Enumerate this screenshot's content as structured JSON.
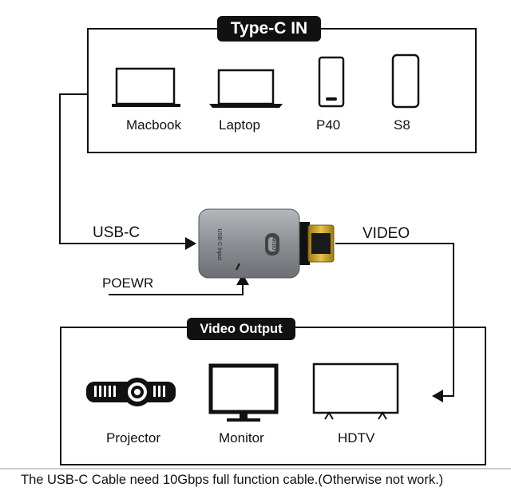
{
  "input_section": {
    "title": "Type-C IN",
    "devices": [
      {
        "label": "Macbook",
        "icon": "macbook-icon"
      },
      {
        "label": "Laptop",
        "icon": "laptop-icon"
      },
      {
        "label": "P40",
        "icon": "phone-icon"
      },
      {
        "label": "S8",
        "icon": "phone-icon"
      }
    ]
  },
  "adapter": {
    "usb_label": "USB-C",
    "video_label": "VIDEO",
    "power_label": "POEWR",
    "port_text": "USB-C Input",
    "hdmi_text": "4K60"
  },
  "output_section": {
    "title": "Video Output",
    "devices": [
      {
        "label": "Projector",
        "icon": "projector-icon"
      },
      {
        "label": "Monitor",
        "icon": "monitor-icon"
      },
      {
        "label": "HDTV",
        "icon": "hdtv-icon"
      }
    ]
  },
  "footer_note": "The USB-C Cable need 10Gbps full function cable.(Otherwise not work.)",
  "colors": {
    "ink": "#111111",
    "adapter_body": "#8a8d92",
    "hdmi_gold": "#c9a227"
  }
}
